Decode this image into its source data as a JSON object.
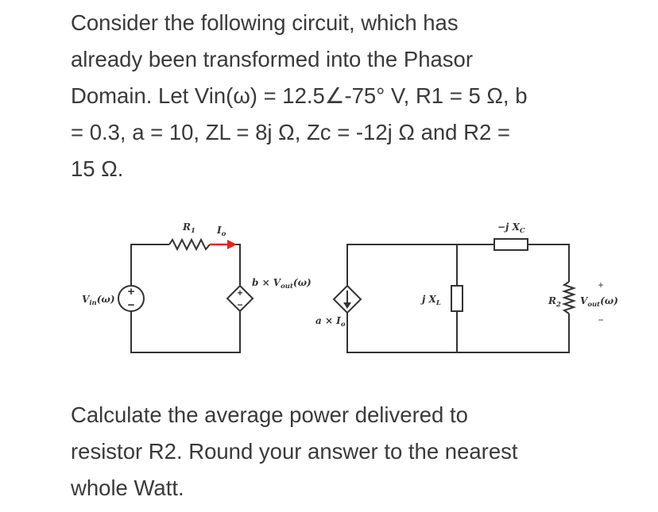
{
  "question": {
    "intro_lines": [
      "Consider the following circuit, which has",
      "already been transformed into the Phasor",
      "Domain. Let Vin(ω) = 12.5∠-75° V, R1 = 5 Ω, b",
      "= 0.3, a = 10, ZL = 8j Ω, Zc = -12j Ω and R2 =",
      "15 Ω."
    ],
    "task_lines": [
      "Calculate the average power delivered to",
      "resistor R2. Round your answer to the nearest",
      "whole Watt."
    ]
  },
  "circuit": {
    "vin": {
      "main": "V",
      "sub": "in",
      "tail": "(ω)"
    },
    "r1": {
      "main": "R",
      "sub": "1"
    },
    "io": {
      "main": "I",
      "sub": "o"
    },
    "dep_vsource": {
      "main": "b × V",
      "sub": "out",
      "tail": "(ω)"
    },
    "dep_isource": {
      "main": "a × I",
      "sub": "o"
    },
    "xl": {
      "main": "j X",
      "sub": "L"
    },
    "xc": {
      "main": "−j X",
      "sub": "C"
    },
    "r2": {
      "main": "R",
      "sub": "2"
    },
    "vout": {
      "plus": "+",
      "main": "V",
      "sub": "out",
      "tail": "(ω)",
      "minus": "−"
    },
    "source_plus": "+",
    "source_minus": "−",
    "colors": {
      "wire": "#333333",
      "current_arrow": "#e8221a",
      "text": "#3a3a3a"
    }
  }
}
